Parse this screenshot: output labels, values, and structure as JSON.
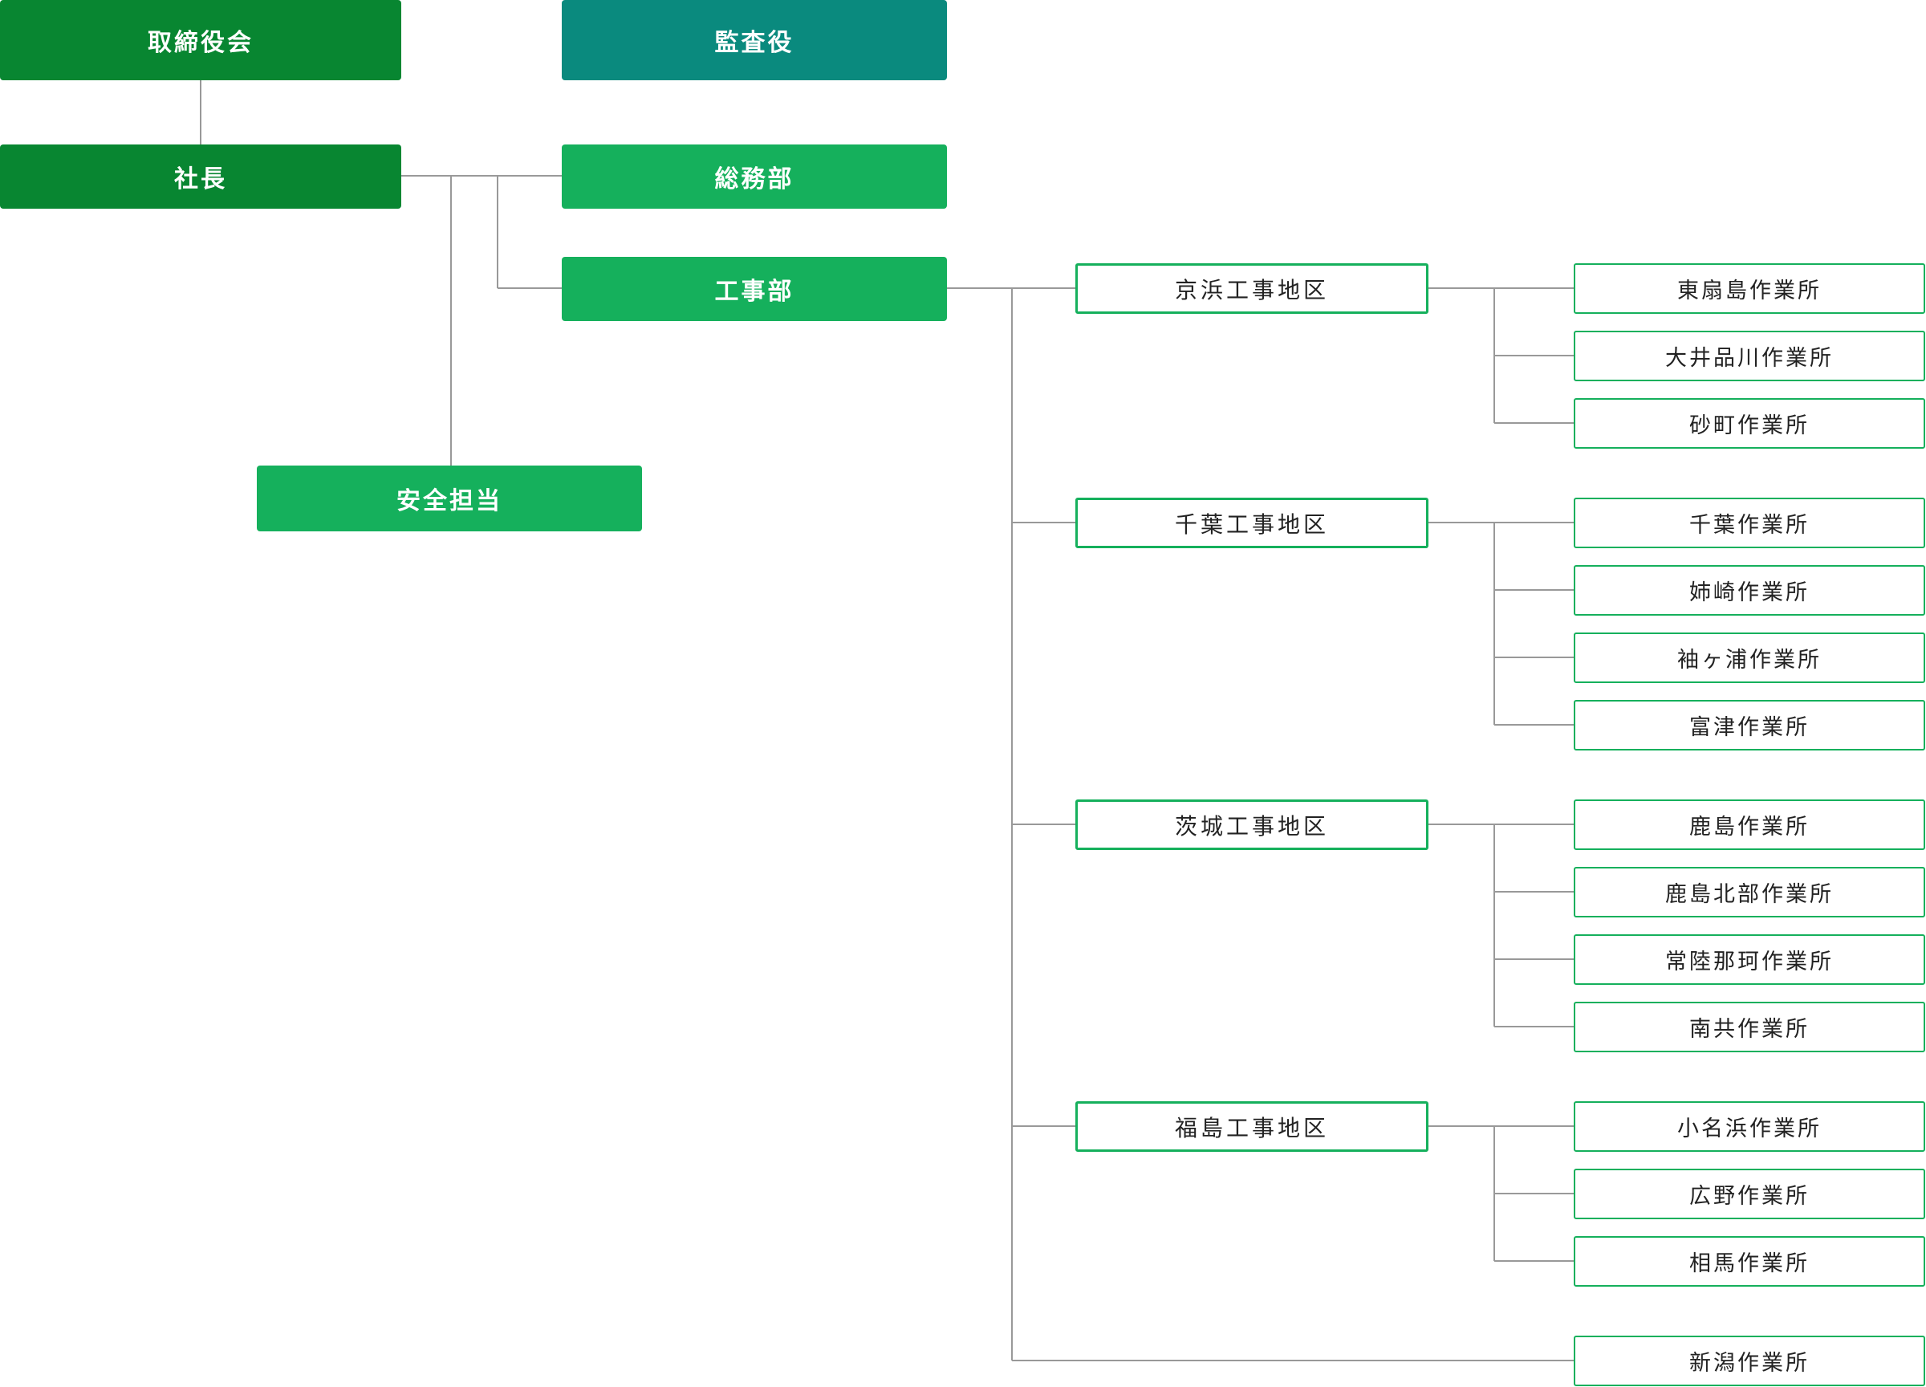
{
  "top": {
    "board": "取締役会",
    "auditor": "監査役",
    "president": "社長",
    "general_affairs": "総務部",
    "construction": "工事部",
    "safety": "安全担当"
  },
  "districts": [
    {
      "name": "京浜工事地区",
      "offices": [
        "東扇島作業所",
        "大井品川作業所",
        "砂町作業所"
      ]
    },
    {
      "name": "千葉工事地区",
      "offices": [
        "千葉作業所",
        "姉崎作業所",
        "袖ヶ浦作業所",
        "富津作業所"
      ]
    },
    {
      "name": "茨城工事地区",
      "offices": [
        "鹿島作業所",
        "鹿島北部作業所",
        "常陸那珂作業所",
        "南共作業所"
      ]
    },
    {
      "name": "福島工事地区",
      "offices": [
        "小名浜作業所",
        "広野作業所",
        "相馬作業所"
      ]
    }
  ],
  "standalone_office": "新潟作業所",
  "colors": {
    "dark_green": "#088631",
    "teal": "#0a8a7e",
    "light_green": "#15b05c",
    "line": "#999999"
  }
}
